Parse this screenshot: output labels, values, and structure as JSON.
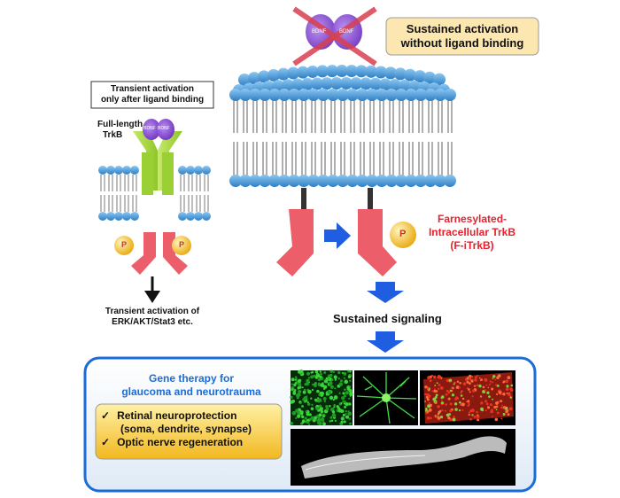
{
  "left_panel": {
    "callout": [
      "Transient activation",
      "only after ligand binding"
    ],
    "receptor_label": [
      "Full-length",
      "TrkB"
    ],
    "ligand_label": "BDNF",
    "phospho_label": "P",
    "outcome": [
      "Transient activation of",
      "ERK/AKT/Stat3 etc."
    ]
  },
  "right_panel": {
    "callout": [
      "Sustained activation",
      "without ligand binding"
    ],
    "ligand_label": "BDNF",
    "phospho_label": "P",
    "receptor_name": [
      "Farnesylated-",
      "Intracellular TrkB",
      "(F-iTrkB)"
    ],
    "signal": "Sustained signaling"
  },
  "therapy_box": {
    "title": [
      "Gene therapy for",
      "glaucoma and neurotrauma"
    ],
    "benefits": [
      "Retinal neuroprotection",
      "(soma, dendrite, synapse)",
      "Optic nerve regeneration"
    ],
    "check_mark": "✓"
  },
  "colors": {
    "lipid_head": "#5aa3dc",
    "membrane_box": "#4da8e8",
    "receptor_green": "#a8d83a",
    "kinase_red": "#ec5f6a",
    "phospho_yellow": "#f6c83a",
    "ligand_purple": "#8a4fd1",
    "arrow_blue": "#1f5ee0",
    "cross_red": "#d9404f",
    "emphasis_red": "#e8212e",
    "therapy_blue": "#1a6cd8",
    "callout_fill": "#fde7b0"
  }
}
